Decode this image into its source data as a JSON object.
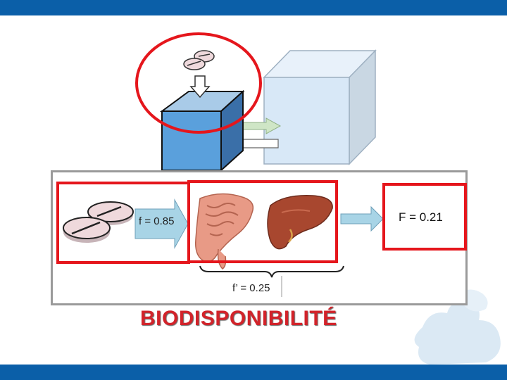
{
  "labels": {
    "f": "f = 0.85",
    "F": "F = 0.21",
    "f_prime": "f’ = 0.25",
    "title": "BIODISPONIBILITÉ"
  },
  "colors": {
    "highlight": "#e5161c",
    "header_bar": "#0b5fa8",
    "title": "#d2232a",
    "arrow": "#a8d4e6"
  },
  "icons": [
    "tablets-icon",
    "intestine-icon",
    "liver-icon",
    "puzzle-icon"
  ]
}
